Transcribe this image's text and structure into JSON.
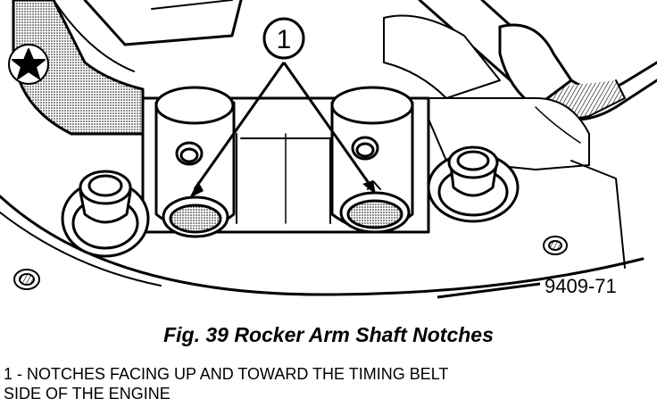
{
  "callout": {
    "number": "1"
  },
  "figure_code": "9409-71",
  "caption": {
    "title": "Fig. 39 Rocker Arm Shaft Notches",
    "note_line1": "1 - NOTCHES FACING UP AND TOWARD THE TIMING BELT",
    "note_line2": "SIDE OF THE ENGINE"
  }
}
